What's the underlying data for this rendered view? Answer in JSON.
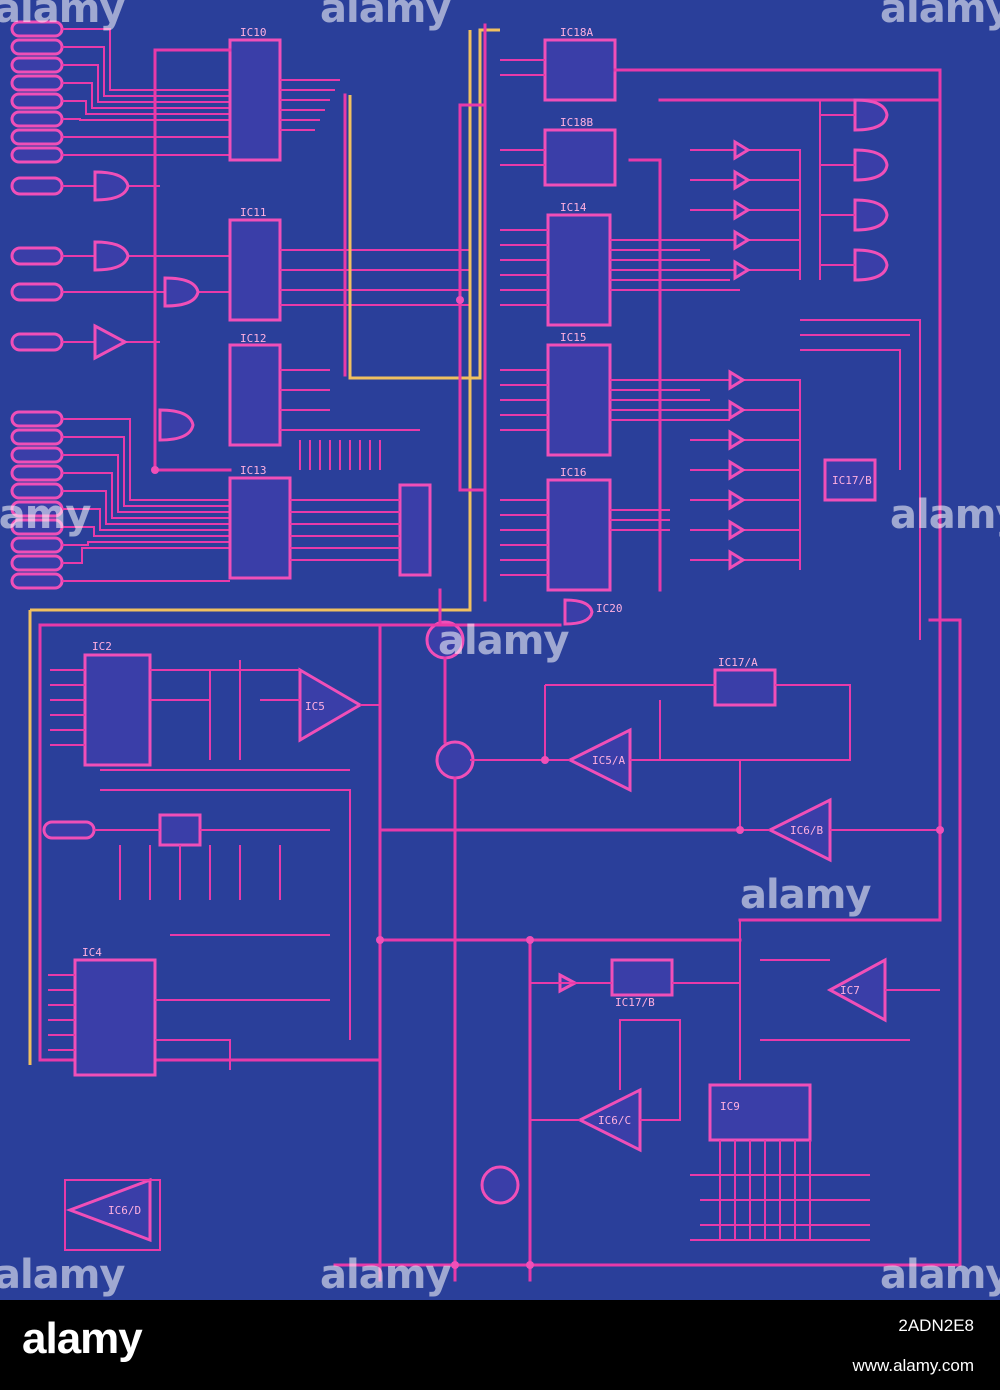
{
  "image": {
    "background_color": "#2a3f9a",
    "trace_color": "#e83aa9",
    "bus_color": "#f0c060"
  },
  "schematic": {
    "chip_labels": [
      "IC10",
      "IC18A",
      "IC18B",
      "IC11",
      "IC14",
      "IC12",
      "IC15",
      "IC13",
      "IC16",
      "IC20",
      "IC2",
      "IC5",
      "IC5/A",
      "IC17/A",
      "IC17/B",
      "IC6/B",
      "IC4",
      "IC7",
      "IC6/C",
      "IC6/D",
      "IC9"
    ]
  },
  "watermark": {
    "text": "alamy"
  },
  "footer": {
    "brand": "alamy",
    "image_id": "2ADN2E8",
    "url": "www.alamy.com"
  }
}
